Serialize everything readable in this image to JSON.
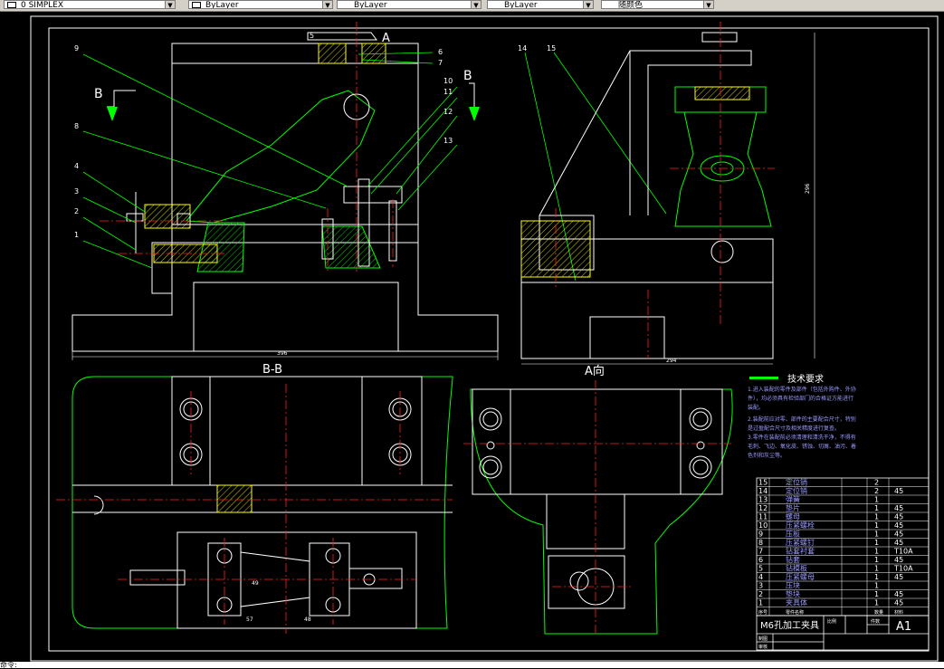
{
  "toolbar": {
    "layer_box": "0 SIMPLEX",
    "color_box": "ByLayer",
    "linetype_box": "ByLayer",
    "lineweight_box": "ByLayer",
    "plotstyle_box": "随颜色"
  },
  "drawing": {
    "section_label": "B-B",
    "view_label": "A向",
    "section_mark_b": "B",
    "view_mark_a": "A",
    "dim_width_main": "396",
    "dim_width_side": "294",
    "dim_height_side": "296",
    "dim_small_a": "49",
    "dim_small_b": "57",
    "dim_small_c": "48",
    "callouts": [
      "1",
      "2",
      "3",
      "4",
      "5",
      "6",
      "7",
      "8",
      "9",
      "10",
      "11",
      "12",
      "13",
      "14",
      "15"
    ]
  },
  "tech_req": {
    "title": "技术要求",
    "lines": [
      "1.进入装配的零件及部件（包括外购件、外协",
      "件），均必须具有检验部门的合格证方能进行",
      "装配。",
      "2.装配前应对零、部件的主要配合尺寸，特别",
      "是过盈配合尺寸及相关精度进行复查。",
      "3.零件在装配前必须清理和清洗干净，不得有",
      "毛刺、飞边、氧化皮、锈蚀、切屑、油污、着",
      "色剂和灰尘等。"
    ]
  },
  "bom": {
    "rows": [
      {
        "no": "15",
        "name": "定位销",
        "qty": "2",
        "mat": ""
      },
      {
        "no": "14",
        "name": "定位销",
        "qty": "2",
        "mat": "45"
      },
      {
        "no": "13",
        "name": "弹簧",
        "qty": "1",
        "mat": ""
      },
      {
        "no": "12",
        "name": "垫片",
        "qty": "1",
        "mat": "45"
      },
      {
        "no": "11",
        "name": "螺母",
        "qty": "1",
        "mat": "45"
      },
      {
        "no": "10",
        "name": "压紧螺栓",
        "qty": "1",
        "mat": "45"
      },
      {
        "no": "9",
        "name": "压板",
        "qty": "1",
        "mat": "45"
      },
      {
        "no": "8",
        "name": "压紧螺钉",
        "qty": "1",
        "mat": "45"
      },
      {
        "no": "7",
        "name": "钻套衬套",
        "qty": "1",
        "mat": "T10A"
      },
      {
        "no": "6",
        "name": "钻套",
        "qty": "1",
        "mat": "45"
      },
      {
        "no": "5",
        "name": "钻模板",
        "qty": "1",
        "mat": "T10A"
      },
      {
        "no": "4",
        "name": "压紧螺母",
        "qty": "1",
        "mat": "45"
      },
      {
        "no": "3",
        "name": "压块",
        "qty": "1",
        "mat": ""
      },
      {
        "no": "2",
        "name": "垫块",
        "qty": "1",
        "mat": "45"
      },
      {
        "no": "1",
        "name": "夹具体",
        "qty": "1",
        "mat": "45"
      }
    ],
    "header": {
      "no": "序号",
      "name": "零件名称",
      "qty": "数量",
      "mat": "材料"
    },
    "title": "M6孔加工夹具",
    "scale_label": "比例",
    "qty_label": "件数",
    "sheet_size": "A1",
    "drawn_label": "制图",
    "check_label": "审核"
  },
  "cmdline": {
    "text": "命令:"
  }
}
